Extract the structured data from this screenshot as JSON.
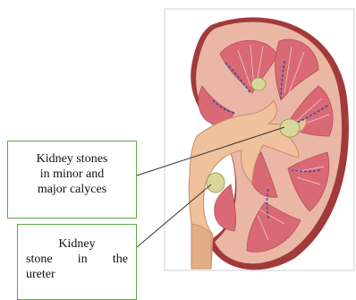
{
  "callouts": [
    {
      "lines": [
        "Kidney stones",
        "in minor and",
        "major calyces"
      ]
    },
    {
      "lines": [
        "Kidney",
        "stone in the",
        "ureter"
      ]
    }
  ],
  "colors": {
    "callout_border": "#5fa845",
    "cortex": "#eab7a6",
    "pyramid": "#d96a75",
    "pelvis": "#efc19d",
    "stone": "#d9d69a",
    "frame": "#cfcfcf"
  }
}
